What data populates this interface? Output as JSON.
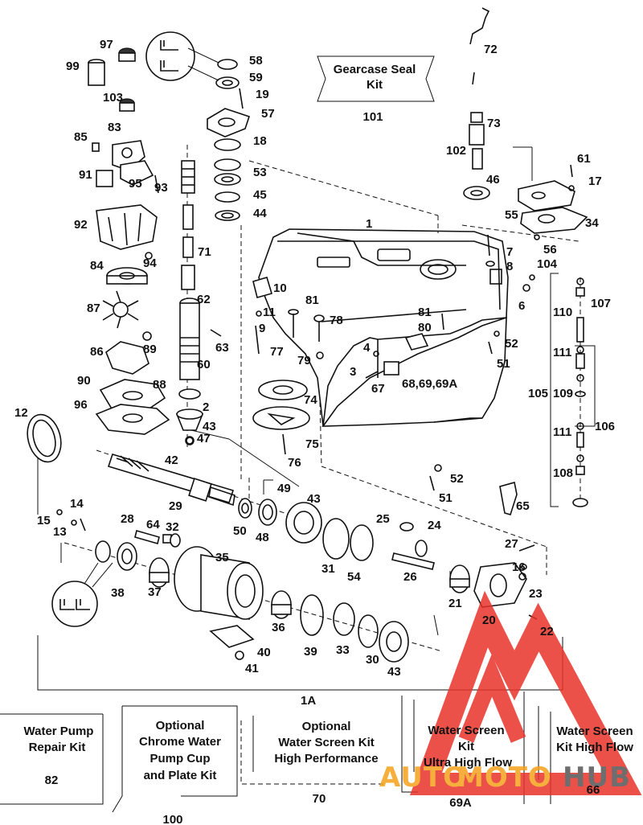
{
  "part_numbers": {
    "p1": "1",
    "p2": "2",
    "p3": "3",
    "p4": "4",
    "p6": "6",
    "p7": "7",
    "p8": "8",
    "p9": "9",
    "p10": "10",
    "p11": "11",
    "p12": "12",
    "p13": "13",
    "p14": "14",
    "p15": "15",
    "p16": "16",
    "p17": "17",
    "p18": "18",
    "p19": "19",
    "p20": "20",
    "p21": "21",
    "p22": "22",
    "p23": "23",
    "p24": "24",
    "p25": "25",
    "p26": "26",
    "p27": "27",
    "p28": "28",
    "p29": "29",
    "p30": "30",
    "p31": "31",
    "p32": "32",
    "p33": "33",
    "p34": "34",
    "p35": "35",
    "p36": "36",
    "p37": "37",
    "p38": "38",
    "p39": "39",
    "p40": "40",
    "p41": "41",
    "p42": "42",
    "p43a": "43",
    "p43b": "43",
    "p43c": "43",
    "p44": "44",
    "p45": "45",
    "p46": "46",
    "p47": "47",
    "p48": "48",
    "p49": "49",
    "p50": "50",
    "p51a": "51",
    "p51b": "51",
    "p52a": "52",
    "p52b": "52",
    "p53": "53",
    "p54": "54",
    "p55": "55",
    "p56": "56",
    "p57": "57",
    "p58": "58",
    "p59": "59",
    "p60": "60",
    "p61": "61",
    "p62": "62",
    "p63": "63",
    "p64": "64",
    "p65": "65",
    "p67": "67",
    "p68": "68,69,69A",
    "p71": "71",
    "p72": "72",
    "p73": "73",
    "p74": "74",
    "p75": "75",
    "p76": "76",
    "p77": "77",
    "p78": "78",
    "p79": "79",
    "p80": "80",
    "p81a": "81",
    "p81b": "81",
    "p83": "83",
    "p84": "84",
    "p85": "85",
    "p86": "86",
    "p87": "87",
    "p88": "88",
    "p89": "89",
    "p90": "90",
    "p91": "91",
    "p92": "92",
    "p93": "93",
    "p94": "94",
    "p95": "95",
    "p96": "96",
    "p97": "97",
    "p99": "99",
    "p102": "102",
    "p103": "103",
    "p104": "104",
    "p105": "105",
    "p106": "106",
    "p107": "107",
    "p108": "108",
    "p109": "109",
    "p110": "110",
    "p111a": "111",
    "p111b": "111",
    "p1A": "1A"
  },
  "kits": {
    "gearcase_seal": {
      "line1": "Gearcase Seal",
      "line2": "Kit",
      "number": "101"
    },
    "water_pump_repair": {
      "line1": "Water Pump",
      "line2": "Repair Kit",
      "number": "82"
    },
    "chrome_water_pump": {
      "line1": "Optional",
      "line2": "Chrome Water",
      "line3": "Pump Cup",
      "line4": "and Plate Kit",
      "number": "100"
    },
    "water_screen_hp": {
      "line1": "Optional",
      "line2": "Water Screen Kit",
      "line3": "High Performance",
      "number": "70"
    },
    "water_screen_uhf": {
      "line1": "Water Screen",
      "line2": "Kit",
      "line3": "Ultra High Flow",
      "number": "69A"
    },
    "water_screen_hf": {
      "line1": "Water Screen",
      "line2": "Kit High Flow",
      "number": "66"
    }
  },
  "watermark": {
    "text_auto": "AUTO",
    "text_moto": "MOTO",
    "text_hub": "HUB",
    "color_red": "#e8332a",
    "color_orange": "#f5a21b",
    "color_gray": "#555555"
  }
}
